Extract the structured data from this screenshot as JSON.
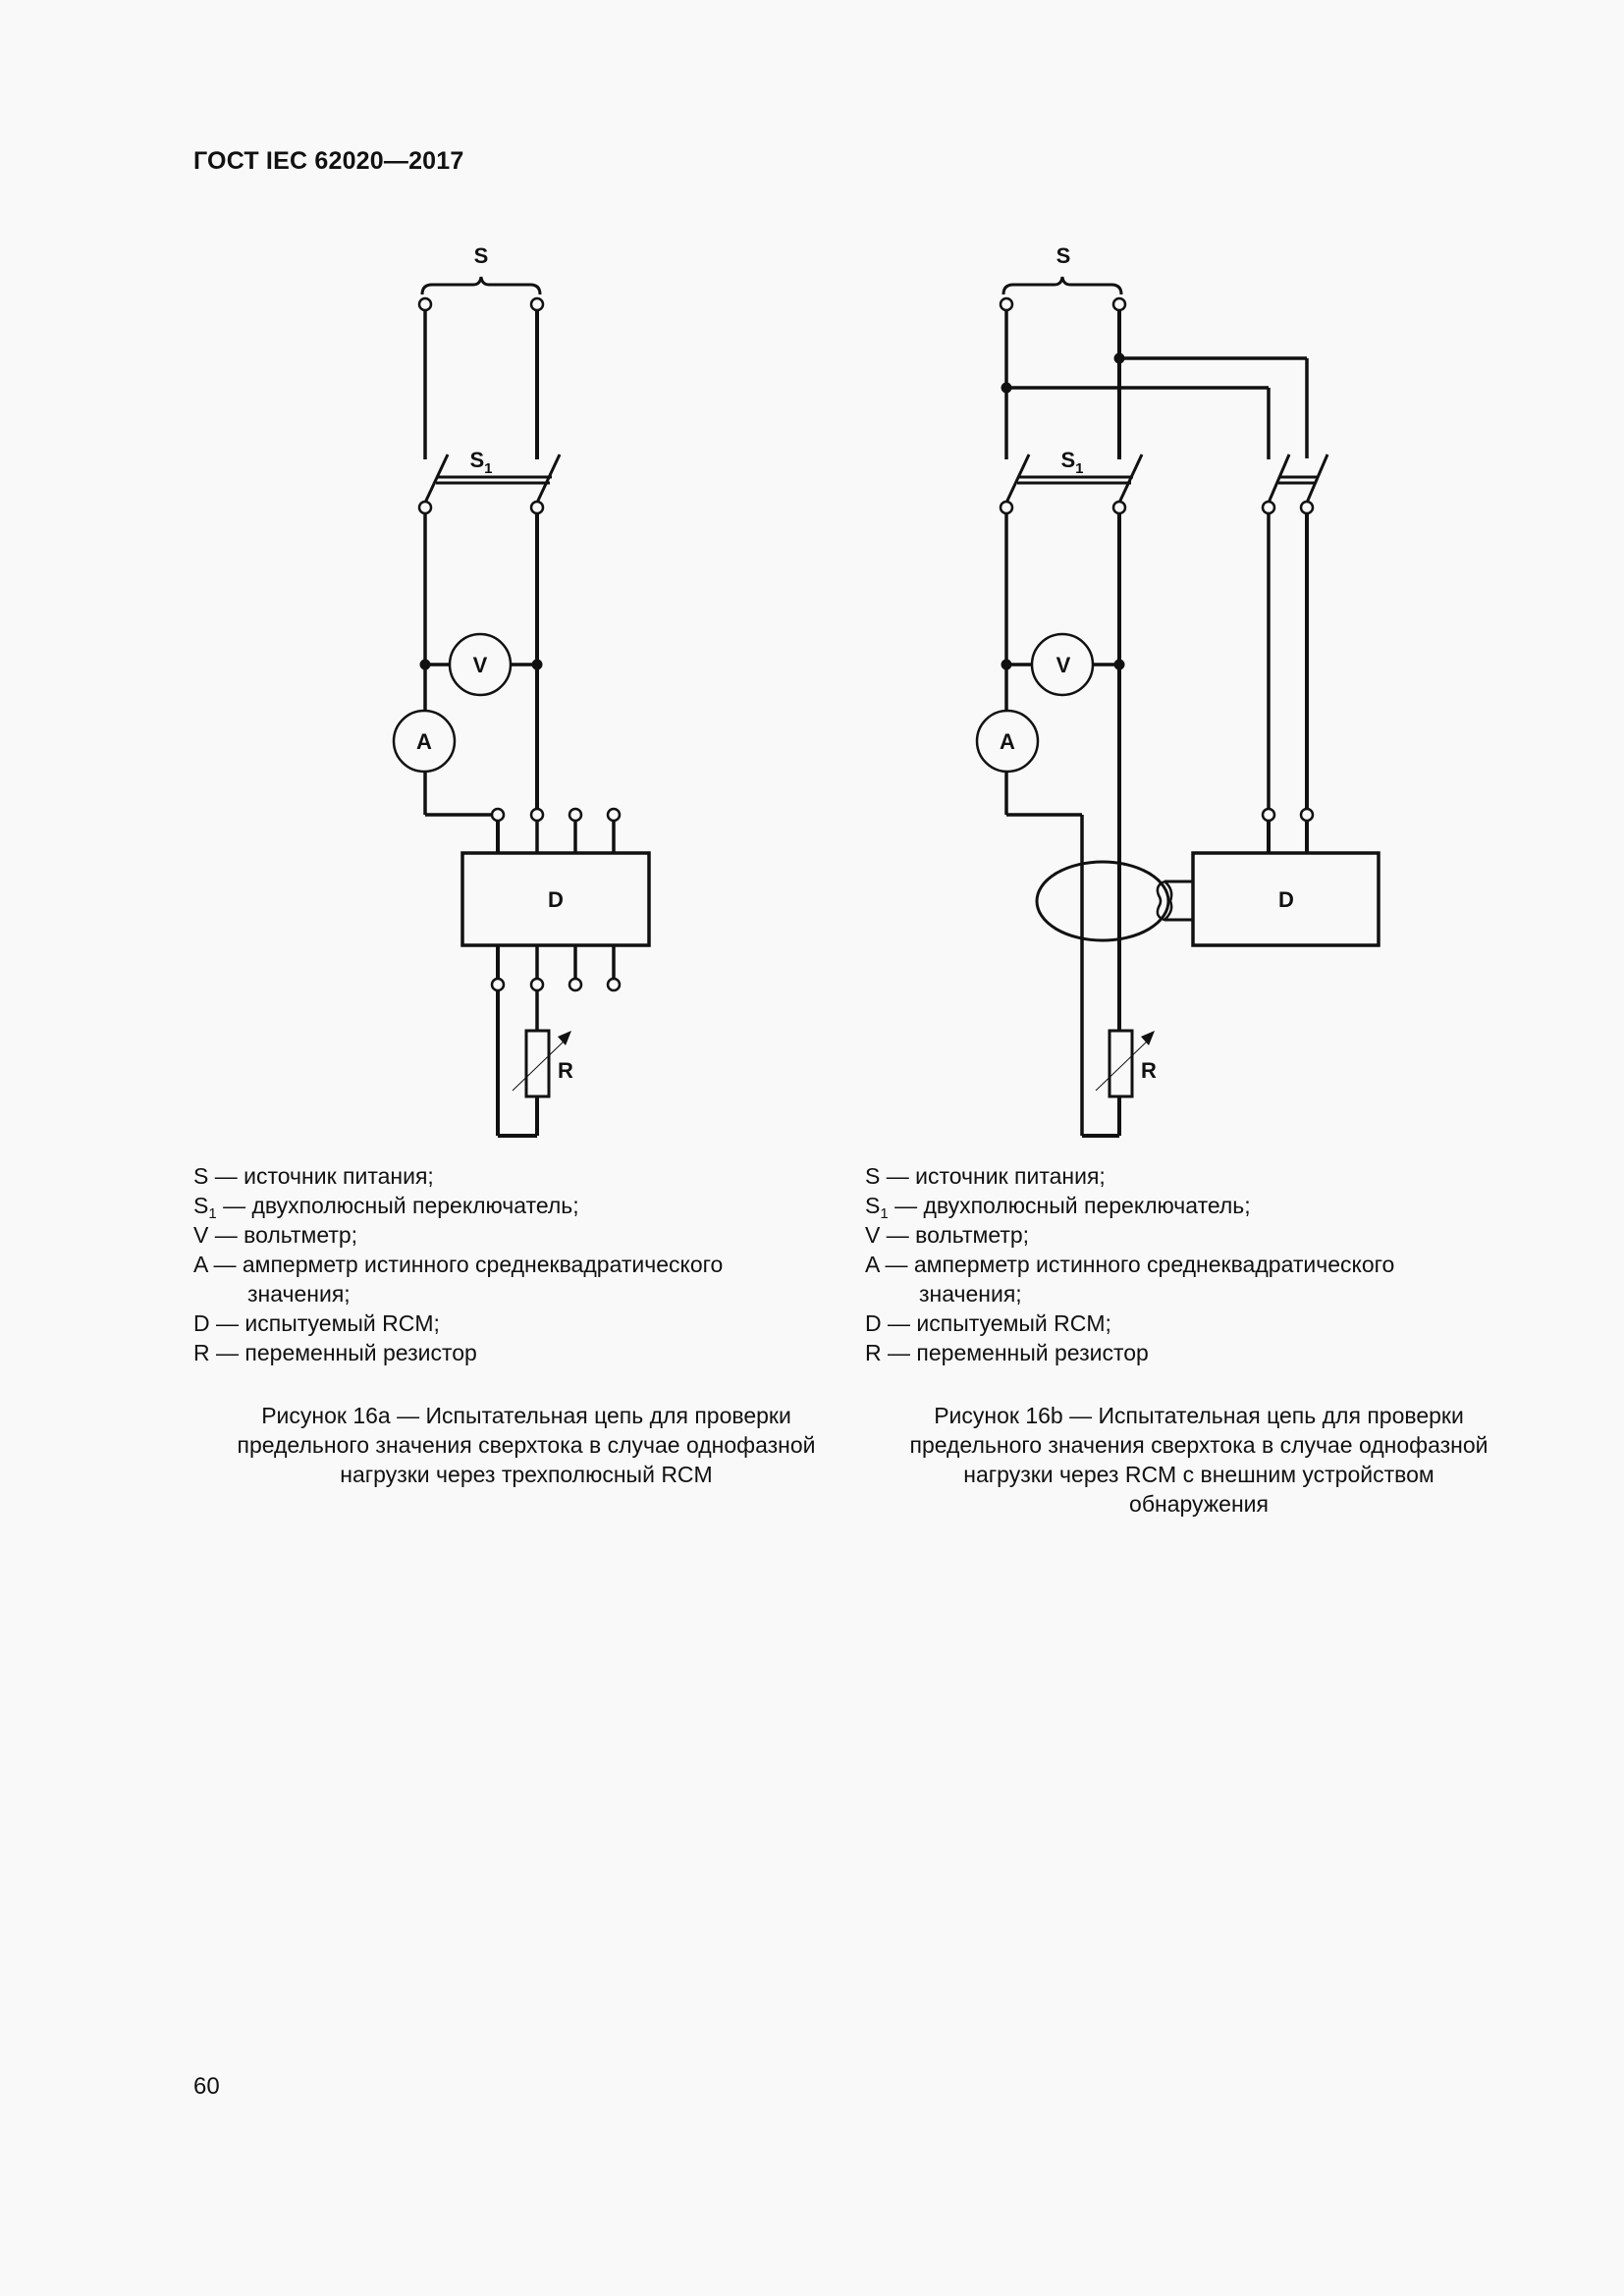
{
  "header": {
    "title": "ГОСТ IEC 62020—2017"
  },
  "figures": [
    {
      "id": "16a",
      "labels": {
        "source": "S",
        "switch": "S",
        "switch_sub": "1",
        "voltmeter": "V",
        "ammeter": "A",
        "device": "D",
        "resistor": "R"
      },
      "legend": [
        {
          "key": "S",
          "sub": "",
          "text": " — источник питания;"
        },
        {
          "key": "S",
          "sub": "1",
          "text": " — двухполюсный переключатель;"
        },
        {
          "key": "V",
          "sub": "",
          "text": " — вольтметр;"
        },
        {
          "key": "A",
          "sub": "",
          "text": " — амперметр истинного среднеквадратического"
        },
        {
          "key": "",
          "sub": "",
          "text": "значения;"
        },
        {
          "key": "D",
          "sub": "",
          "text": " — испытуемый RCM;"
        },
        {
          "key": "R",
          "sub": "",
          "text": " — переменный резистор"
        }
      ],
      "caption": [
        "Рисунок 16а — Испытательная цепь для проверки",
        "предельного значения сверхтока в случае однофазной",
        "нагрузки через трехполюсный RCM"
      ]
    },
    {
      "id": "16b",
      "labels": {
        "source": "S",
        "switch": "S",
        "switch_sub": "1",
        "voltmeter": "V",
        "ammeter": "A",
        "device": "D",
        "resistor": "R"
      },
      "legend": [
        {
          "key": "S",
          "sub": "",
          "text": " — источник питания;"
        },
        {
          "key": "S",
          "sub": "1",
          "text": " — двухполюсный переключатель;"
        },
        {
          "key": "V",
          "sub": "",
          "text": " — вольтметр;"
        },
        {
          "key": "A",
          "sub": "",
          "text": " — амперметр истинного среднеквадратического"
        },
        {
          "key": "",
          "sub": "",
          "text": "значения;"
        },
        {
          "key": "D",
          "sub": "",
          "text": " — испытуемый RCM;"
        },
        {
          "key": "R",
          "sub": "",
          "text": " — переменный резистор"
        }
      ],
      "caption": [
        "Рисунок 16b — Испытательная цепь для проверки",
        "предельного значения сверхтока в случае однофазной",
        "нагрузки через RCM с внешним устройством",
        "обнаружения"
      ]
    }
  ],
  "page": {
    "number": "60"
  }
}
